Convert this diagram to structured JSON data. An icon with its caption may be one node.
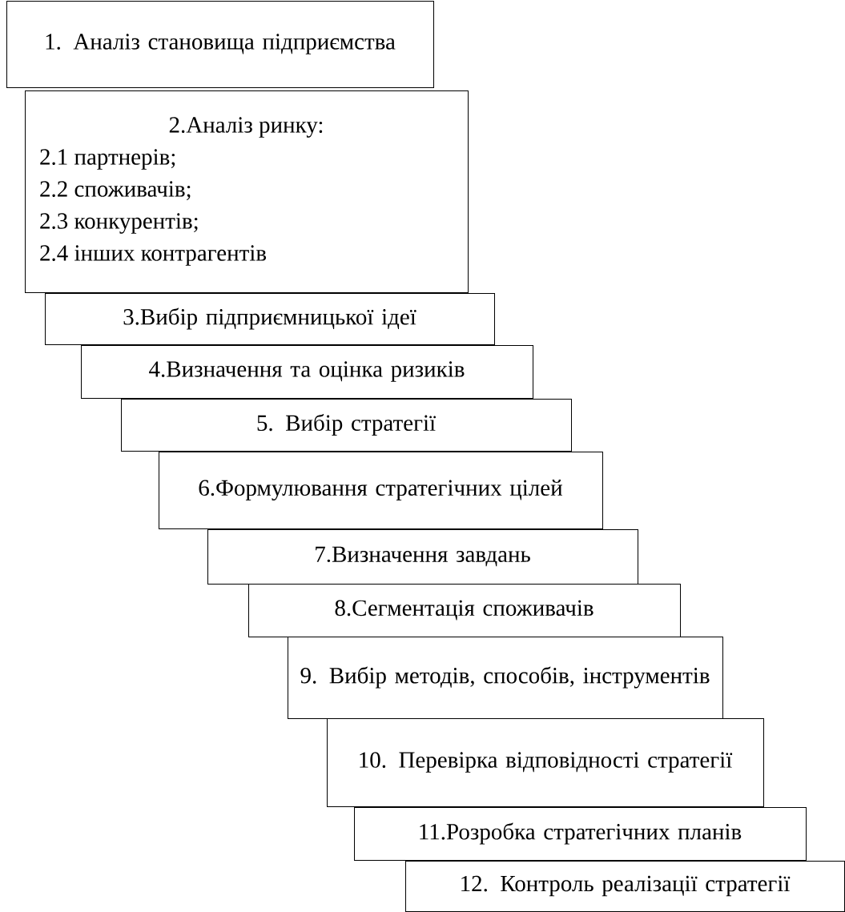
{
  "diagram": {
    "nodes": [
      {
        "text": [
          "1. Аналіз становища підприємства"
        ]
      },
      {
        "text": [
          "2.Аналіз ринку:",
          "2.1 партнерів;",
          "2.2 споживачів;",
          "2.3 конкурентів;",
          "2.4 інших контрагентів"
        ]
      },
      {
        "text": [
          "3.Вибір підприємницької ідеї"
        ]
      },
      {
        "text": [
          "4.Визначення та оцінка ризиків"
        ]
      },
      {
        "text": [
          "5. Вибір стратегії"
        ]
      },
      {
        "text": [
          "6.Формулювання стратегічних цілей"
        ]
      },
      {
        "text": [
          "7.Визначення завдань"
        ]
      },
      {
        "text": [
          "8.Сегментація споживачів"
        ]
      },
      {
        "text": [
          "9. Вибір методів, способів, інструментів"
        ]
      },
      {
        "text": [
          "10. Перевірка відповідності стратегії"
        ]
      },
      {
        "text": [
          "11.Розробка стратегічних планів"
        ]
      },
      {
        "text": [
          "12. Контроль реалізації стратегії"
        ]
      }
    ]
  }
}
